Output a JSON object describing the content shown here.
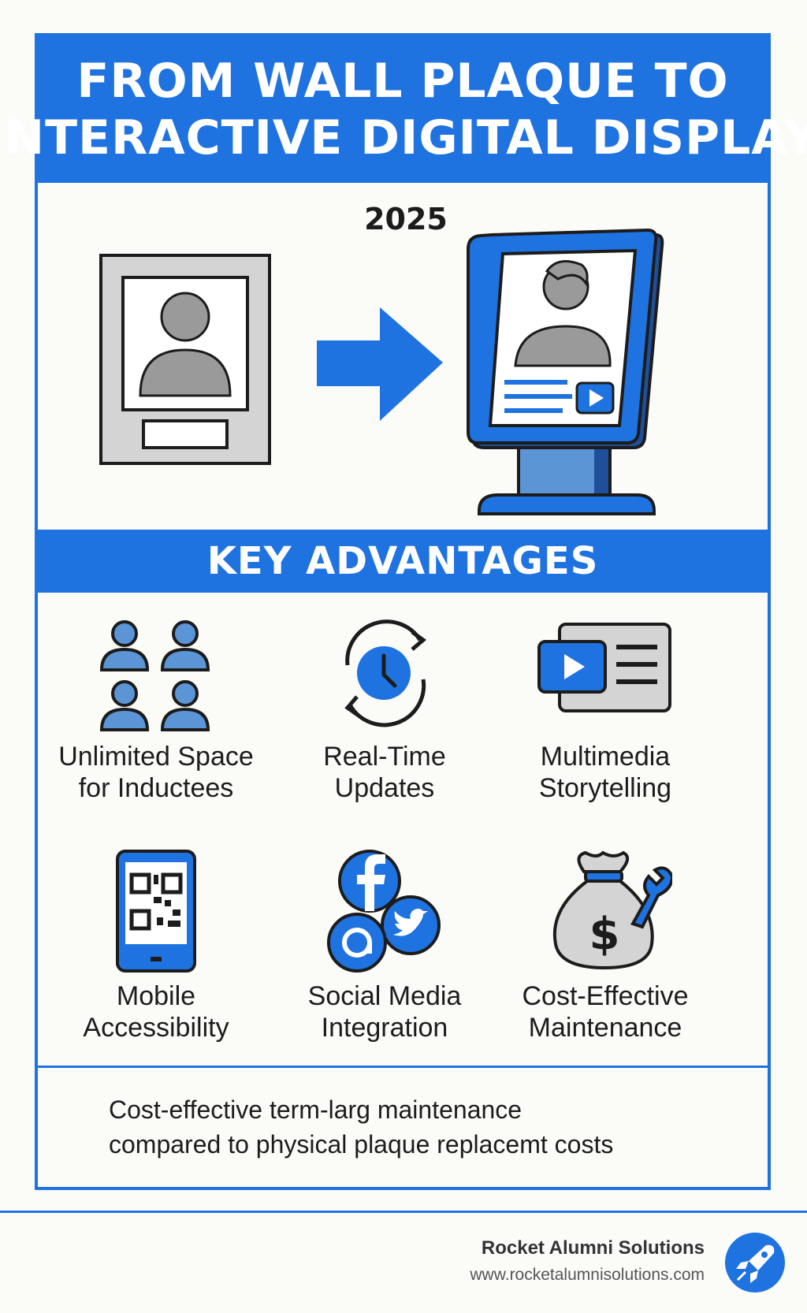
{
  "header": {
    "title_line1": "FROM WALL PLAQUE TO",
    "title_line2": "INTERACTIVE DIGITAL DISPLAY"
  },
  "hero": {
    "year": "2025",
    "left_icon": "wall-plaque-icon",
    "arrow_icon": "arrow-right-icon",
    "right_icon": "digital-kiosk-icon"
  },
  "advantages": {
    "title": "KEY ADVANTAGES",
    "items": [
      {
        "line1": "Unlimited Space",
        "line2": "for Inductees",
        "icon": "people-group-icon"
      },
      {
        "line1": "Real-Time",
        "line2": "Updates",
        "icon": "clock-refresh-icon"
      },
      {
        "line1": "Multimedia",
        "line2": "Storytelling",
        "icon": "video-document-icon"
      },
      {
        "line1": "Mobile",
        "line2": "Accessibility",
        "icon": "mobile-qr-icon"
      },
      {
        "line1": "Social Media",
        "line2": "Integration",
        "icon": "social-media-icon"
      },
      {
        "line1": "Cost-Effective",
        "line2": "Maintenance",
        "icon": "money-bag-wrench-icon"
      }
    ]
  },
  "footnote": {
    "line1": "Cost-effective term-larg maintenance",
    "line2": "compared to physical plaque replacemt costs"
  },
  "footer": {
    "brand": "Rocket Alumni Solutions",
    "url": "www.rocketalumnisolutions.com",
    "logo_icon": "rocket-logo-icon"
  },
  "colors": {
    "primary_blue": "#1f73e0",
    "light_blue": "#5b95d6",
    "gray": "#9a9a9a",
    "light_gray": "#d4d4d4",
    "outline": "#1c1c1c"
  }
}
